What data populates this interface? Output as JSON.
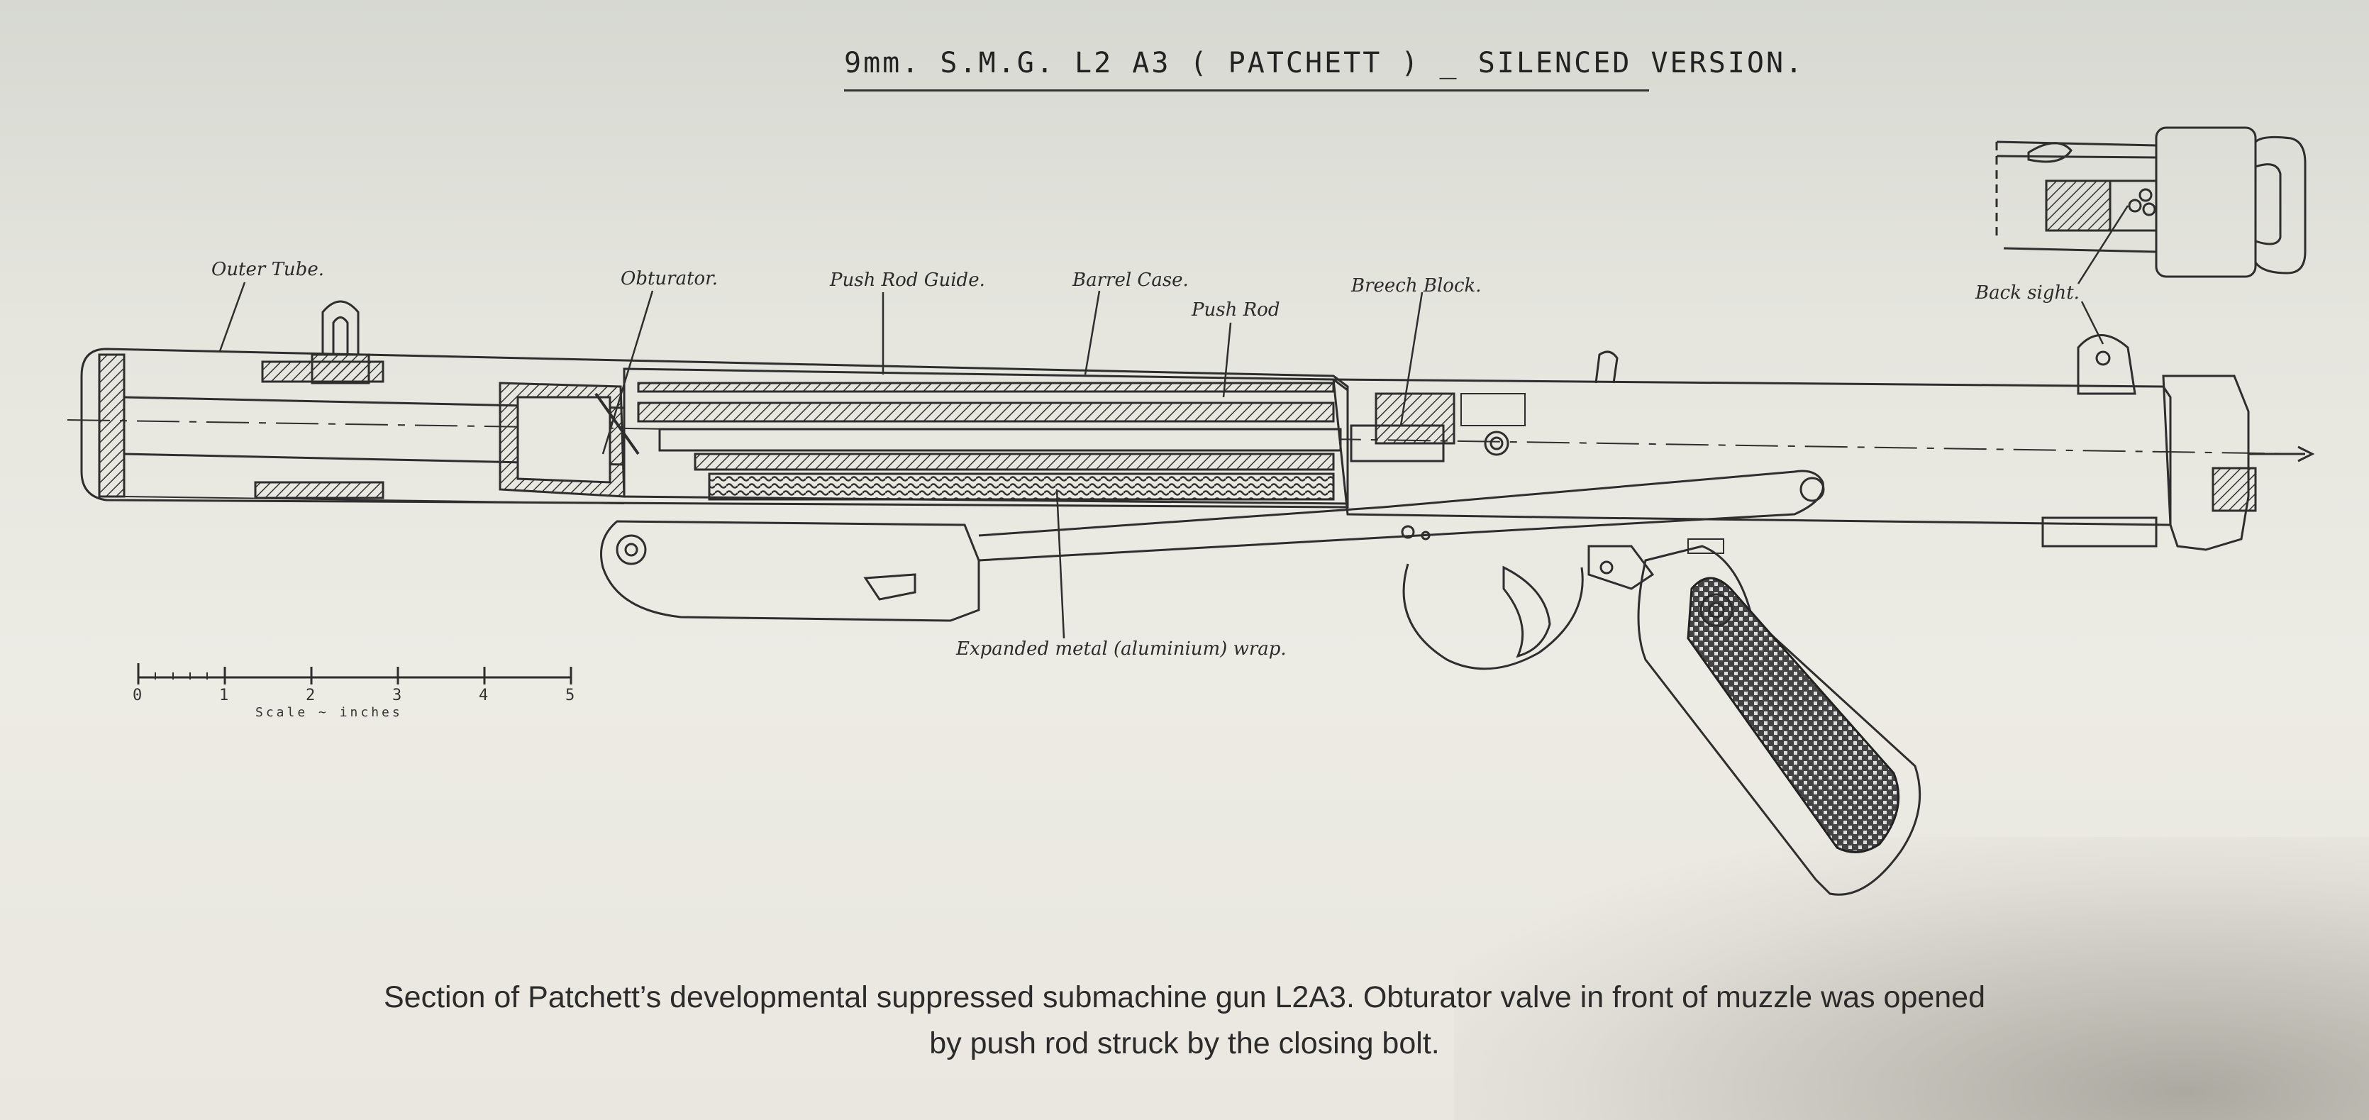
{
  "title": "9mm. S.M.G. L2 A3 ( PATCHETT ) _ SILENCED VERSION.",
  "labels": {
    "outer_tube": "Outer Tube.",
    "obturator": "Obturator.",
    "push_rod_guide": "Push Rod Guide.",
    "barrel_case": "Barrel Case.",
    "push_rod": "Push Rod",
    "breech_block": "Breech Block.",
    "back_sight": "Back sight.",
    "expanded_metal": "Expanded metal (aluminium) wrap."
  },
  "scale": {
    "ticks": [
      "0",
      "1",
      "2",
      "3",
      "4",
      "5"
    ],
    "label": "Scale ~ inches"
  },
  "caption": {
    "line1": "Section of Patchett’s developmental suppressed submachine gun L2A3. Obturator valve in front of muzzle was opened",
    "line2": "by push rod struck by the closing bolt."
  }
}
